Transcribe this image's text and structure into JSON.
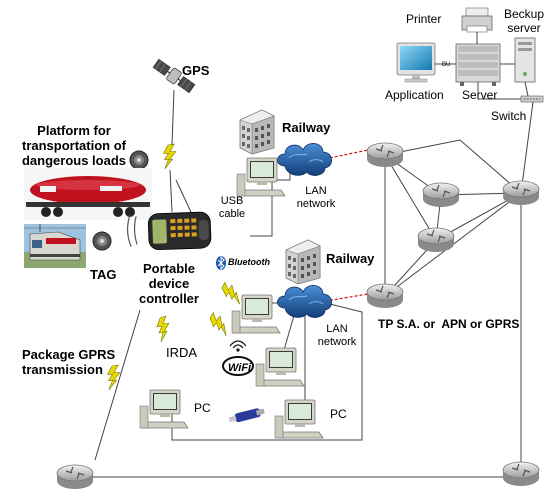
{
  "labels": {
    "gps": "GPS",
    "platform_line1": "Platform for",
    "platform_line2": "transportation of",
    "platform_line3": "dangerous loads",
    "tag": "TAG",
    "controller_line1": "Portable",
    "controller_line2": "device",
    "controller_line3": "controller",
    "bluetooth": "Bluetooth",
    "wifi": "WiFi",
    "package_line1": "Package GPRS",
    "package_line2": "transmission",
    "irda": "IRDA",
    "pc_left": "PC",
    "pc_right": "PC",
    "railway_top": "Railway",
    "railway_mid": "Railway",
    "usb_line1": "USB",
    "usb_line2": "cable",
    "lan_top_line1": "LAN",
    "lan_top_line2": "network",
    "lan_mid_line1": "LAN",
    "lan_mid_line2": "network",
    "tp_label": "TP S.A. or  APN or GPRS",
    "printer": "Printer",
    "backup_line1": "Beckup",
    "backup_line2": "server",
    "application": "Application",
    "server": "Server",
    "switch": "Switch",
    "server_tag": "BU"
  },
  "colors": {
    "lightning": "#e8d800",
    "lightning_stroke": "#7a7a00",
    "cloud": "#1e5fa8",
    "router": "#c9c9c9",
    "monitor_screen": "#1fa3d6",
    "tank_car": "#c0121e",
    "line": "#333333",
    "red_link": "#d01010"
  },
  "icons": [
    "satellite-icon",
    "sensor-tag-icon",
    "train-photo",
    "tank-car-photo",
    "handheld-device-icon",
    "bluetooth-icon",
    "wifi-icon",
    "usb-stick-icon",
    "pc-icon",
    "building-icon",
    "cloud-network-icon",
    "router-icon",
    "printer-icon",
    "tower-server-icon",
    "rack-server-icon",
    "switch-icon",
    "lightning-icon"
  ]
}
